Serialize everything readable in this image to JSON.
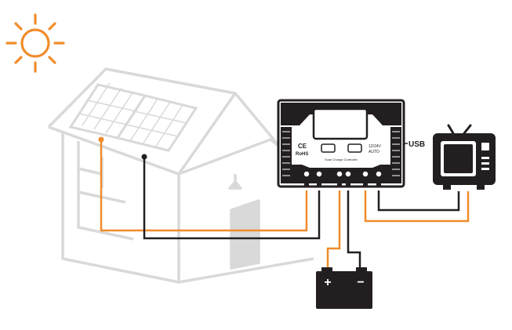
{
  "controller": {
    "ce_mark": "CE",
    "rohs_mark": "RoHS",
    "voltage_label": "12/24V",
    "mode_label": "AUTO",
    "product_name": "Solar Charge Controller",
    "usb_label": "USB"
  },
  "battery": {
    "plus_symbol": "+",
    "minus_symbol": "−"
  },
  "colors": {
    "accent_orange": "#f08c2a",
    "wire_dark": "#231f20",
    "house_outline": "#d9d9d9"
  },
  "icons": [
    "sun-icon",
    "house-illustration",
    "solar-panel-icon",
    "charge-controller",
    "battery-icon",
    "tv-icon"
  ]
}
